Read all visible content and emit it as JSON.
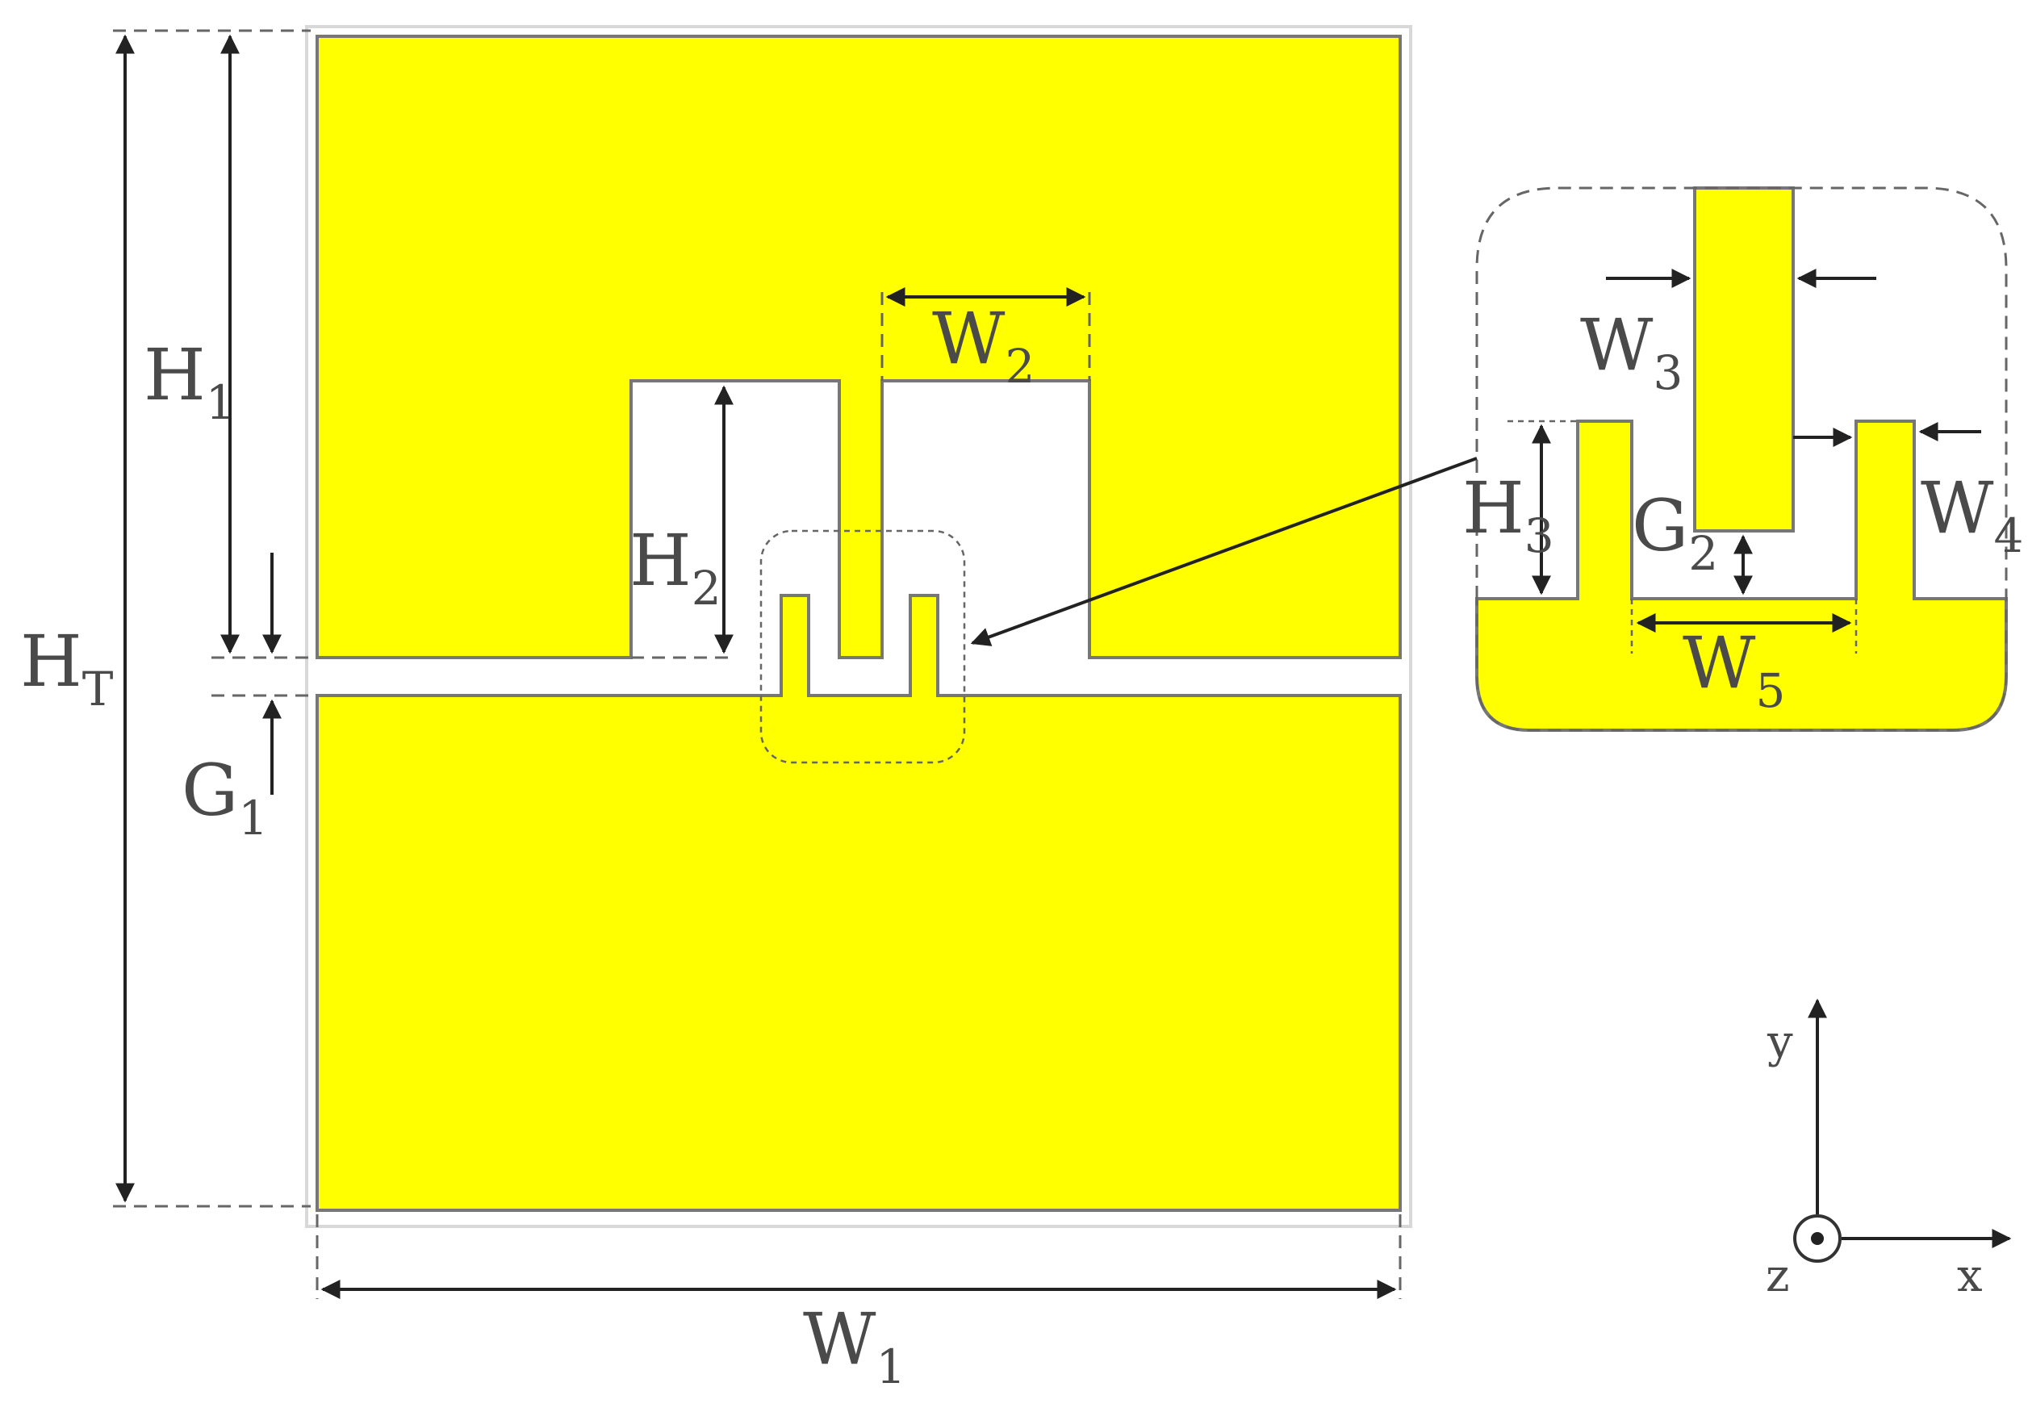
{
  "colors": {
    "metal": "#ffff00",
    "outline": "#777777",
    "dimension_line": "#222222",
    "label": "#4a4a4a"
  },
  "dimensions": {
    "H_T": {
      "main": "H",
      "sub": "T"
    },
    "H_1": {
      "main": "H",
      "sub": "1"
    },
    "H_2": {
      "main": "H",
      "sub": "2"
    },
    "H_3": {
      "main": "H",
      "sub": "3"
    },
    "W_1": {
      "main": "W",
      "sub": "1"
    },
    "W_2": {
      "main": "W",
      "sub": "2"
    },
    "W_3": {
      "main": "W",
      "sub": "3"
    },
    "W_4": {
      "main": "W",
      "sub": "4"
    },
    "W_5": {
      "main": "W",
      "sub": "5"
    },
    "G_1": {
      "main": "G",
      "sub": "1"
    },
    "G_2": {
      "main": "G",
      "sub": "2"
    }
  },
  "axes": {
    "x": "x",
    "y": "y",
    "z": "z"
  }
}
